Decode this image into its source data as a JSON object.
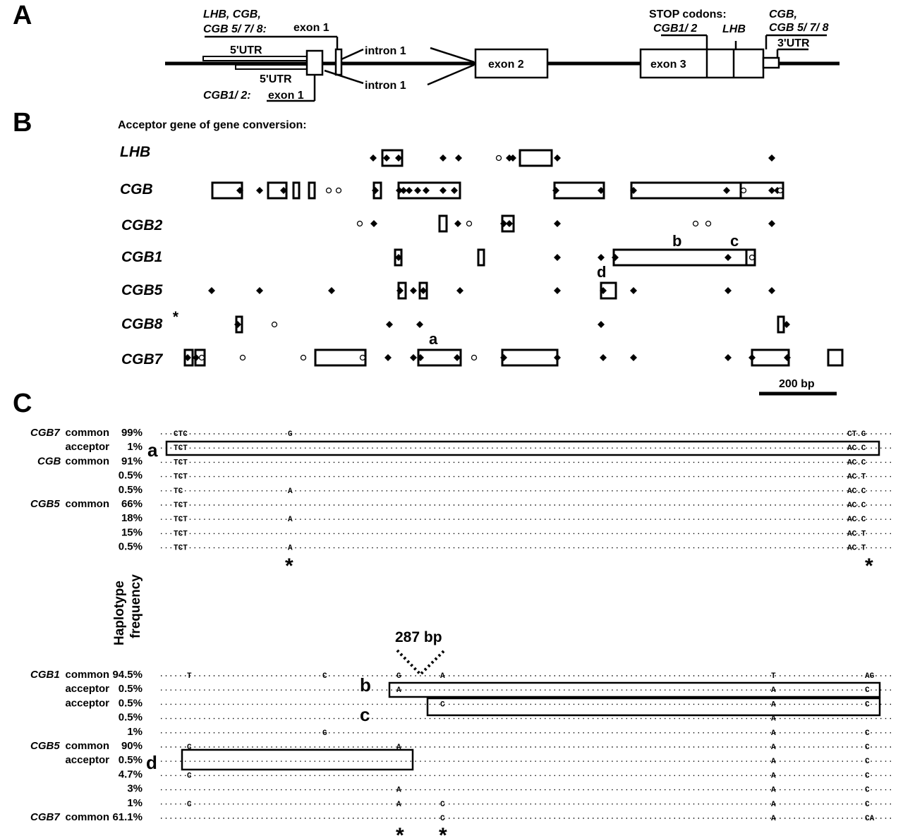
{
  "panels": {
    "a": "A",
    "b": "B",
    "c": "C"
  },
  "panel_a": {
    "donor_label_line1": "LHB, CGB,",
    "donor_label_line2_gene": "CGB 5/ 7/ 8:",
    "donor_label_line2_exon": "exon 1",
    "utr5_top": "5'UTR",
    "utr5_bottom": "5'UTR",
    "cgb12_gene": "CGB1/ 2:",
    "cgb12_exon": "exon 1",
    "intron_top": "intron 1",
    "intron_bottom": "intron 1",
    "exon2": "exon 2",
    "exon3": "exon 3",
    "stop_codons": "STOP codons:",
    "stop_cgb12": "CGB1/ 2",
    "stop_lhb": "LHB",
    "right_gene1": "CGB,",
    "right_gene2": "CGB 5/ 7/ 8",
    "utr3": "3'UTR"
  },
  "panel_b": {
    "title": "Acceptor gene of gene conversion:",
    "genes": [
      "LHB",
      "CGB",
      "CGB2",
      "CGB1",
      "CGB5",
      "CGB8",
      "CGB7"
    ],
    "cgb8_star": "*",
    "letters": {
      "a": "a",
      "b": "b",
      "c": "c",
      "d": "d"
    },
    "scale": "200 bp"
  },
  "panel_c": {
    "axis_label_line1": "Haplotype",
    "axis_label_line2": "frequency",
    "gap_label": "287 bp",
    "box_letters": {
      "a": "a",
      "b": "b",
      "c": "c",
      "d": "d"
    },
    "star": "*",
    "top_rows": [
      {
        "gene": "CGB7",
        "label": "common",
        "freq": "99%",
        "left": "CTC",
        "mid": "G",
        "right": "CT.G"
      },
      {
        "gene": "",
        "label": "acceptor",
        "freq": "1%",
        "left": "TCT",
        "mid": "",
        "right": "AC.C"
      },
      {
        "gene": "CGB",
        "label": "common",
        "freq": "91%",
        "left": "TCT",
        "mid": "",
        "right": "AC.C"
      },
      {
        "gene": "",
        "label": "",
        "freq": "0.5%",
        "left": "TCT",
        "mid": "",
        "right": "AC.T"
      },
      {
        "gene": "",
        "label": "",
        "freq": "0.5%",
        "left": "TC",
        "mid": "A",
        "right": "AC.C"
      },
      {
        "gene": "CGB5",
        "label": "common",
        "freq": "66%",
        "left": "TCT",
        "mid": "",
        "right": "AC.C"
      },
      {
        "gene": "",
        "label": "",
        "freq": "18%",
        "left": "TCT",
        "mid": "A",
        "right": "AC.C"
      },
      {
        "gene": "",
        "label": "",
        "freq": "15%",
        "left": "TCT",
        "mid": "",
        "right": "AC.T"
      },
      {
        "gene": "",
        "label": "",
        "freq": "0.5%",
        "left": "TCT",
        "mid": "A",
        "right": "AC.T"
      }
    ],
    "bottom_rows": [
      {
        "gene": "CGB1",
        "label": "common",
        "freq": "94.5%",
        "c1": "T",
        "c2": "C",
        "c3": "G",
        "c4": "A",
        "c5": "T",
        "c6": "AG"
      },
      {
        "gene": "",
        "label": "acceptor",
        "freq": "0.5%",
        "c1": "",
        "c2": "",
        "c3": "A",
        "c4": "",
        "c5": "A",
        "c6": "C"
      },
      {
        "gene": "",
        "label": "acceptor",
        "freq": "0.5%",
        "c1": "",
        "c2": "",
        "c3": "",
        "c4": "C",
        "c5": "A",
        "c6": "C"
      },
      {
        "gene": "",
        "label": "",
        "freq": "0.5%",
        "c1": "",
        "c2": "",
        "c3": "",
        "c4": "",
        "c5": "A",
        "c6": ""
      },
      {
        "gene": "",
        "label": "",
        "freq": "1%",
        "c1": "",
        "c2": "G",
        "c3": "",
        "c4": "",
        "c5": "A",
        "c6": "C"
      },
      {
        "gene": "CGB5",
        "label": "common",
        "freq": "90%",
        "c1": "C",
        "c2": "",
        "c3": "A",
        "c4": "",
        "c5": "A",
        "c6": "C"
      },
      {
        "gene": "",
        "label": "acceptor",
        "freq": "0.5%",
        "c1": "",
        "c2": "",
        "c3": "",
        "c4": "",
        "c5": "A",
        "c6": "C"
      },
      {
        "gene": "",
        "label": "",
        "freq": "4.7%",
        "c1": "C",
        "c2": "",
        "c3": "",
        "c4": "",
        "c5": "A",
        "c6": "C"
      },
      {
        "gene": "",
        "label": "",
        "freq": "3%",
        "c1": "",
        "c2": "",
        "c3": "A",
        "c4": "",
        "c5": "A",
        "c6": "C"
      },
      {
        "gene": "",
        "label": "",
        "freq": "1%",
        "c1": "C",
        "c2": "",
        "c3": "A",
        "c4": "C",
        "c5": "A",
        "c6": "C"
      },
      {
        "gene": "CGB7",
        "label": "common",
        "freq": "61.1%",
        "c1": "",
        "c2": "",
        "c3": "",
        "c4": "C",
        "c5": "A",
        "c6": "CA"
      }
    ]
  }
}
